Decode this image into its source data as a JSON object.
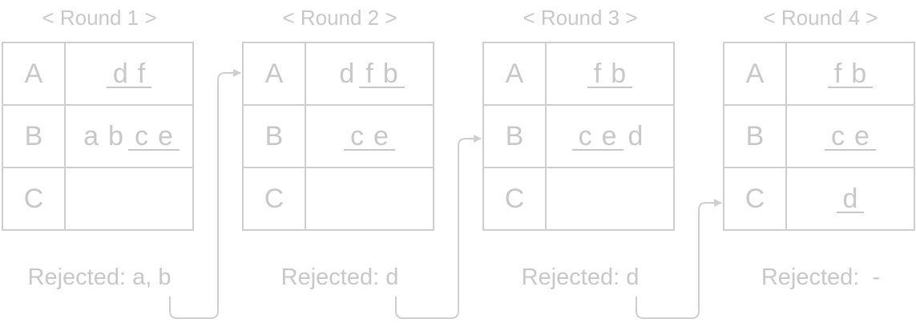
{
  "rounds": [
    {
      "title": "< Round 1 >",
      "rows": [
        {
          "key": "A",
          "plain": [],
          "underlined": [
            "d",
            "f"
          ],
          "trailing": []
        },
        {
          "key": "B",
          "plain": [
            "a",
            "b"
          ],
          "underlined": [
            "c",
            "e"
          ],
          "trailing": []
        },
        {
          "key": "C",
          "plain": [],
          "underlined": [],
          "trailing": []
        }
      ],
      "rejected": "Rejected: a, b"
    },
    {
      "title": "< Round 2 >",
      "rows": [
        {
          "key": "A",
          "plain": [
            "d"
          ],
          "underlined": [
            "f",
            "b"
          ],
          "trailing": []
        },
        {
          "key": "B",
          "plain": [],
          "underlined": [
            "c",
            "e"
          ],
          "trailing": []
        },
        {
          "key": "C",
          "plain": [],
          "underlined": [],
          "trailing": []
        }
      ],
      "rejected": "Rejected: d"
    },
    {
      "title": "< Round 3 >",
      "rows": [
        {
          "key": "A",
          "plain": [],
          "underlined": [
            "f",
            "b"
          ],
          "trailing": []
        },
        {
          "key": "B",
          "plain": [],
          "underlined": [
            "c",
            "e"
          ],
          "trailing": [
            "d"
          ]
        },
        {
          "key": "C",
          "plain": [],
          "underlined": [],
          "trailing": []
        }
      ],
      "rejected": "Rejected: d"
    },
    {
      "title": "< Round 4 >",
      "rows": [
        {
          "key": "A",
          "plain": [],
          "underlined": [
            "f",
            "b"
          ],
          "trailing": []
        },
        {
          "key": "B",
          "plain": [],
          "underlined": [
            "c",
            "e"
          ],
          "trailing": []
        },
        {
          "key": "C",
          "plain": [],
          "underlined": [
            "d"
          ],
          "trailing": []
        }
      ],
      "rejected": "Rejected:  -"
    }
  ],
  "connectors": [
    {
      "from_round": 1,
      "to_round": 2,
      "target_row": "A"
    },
    {
      "from_round": 2,
      "to_round": 3,
      "target_row": "B"
    },
    {
      "from_round": 3,
      "to_round": 4,
      "target_row": "C"
    }
  ],
  "colors": {
    "line": "#cfcfcf",
    "text": "#c8c8c8",
    "background": "#ffffff"
  }
}
